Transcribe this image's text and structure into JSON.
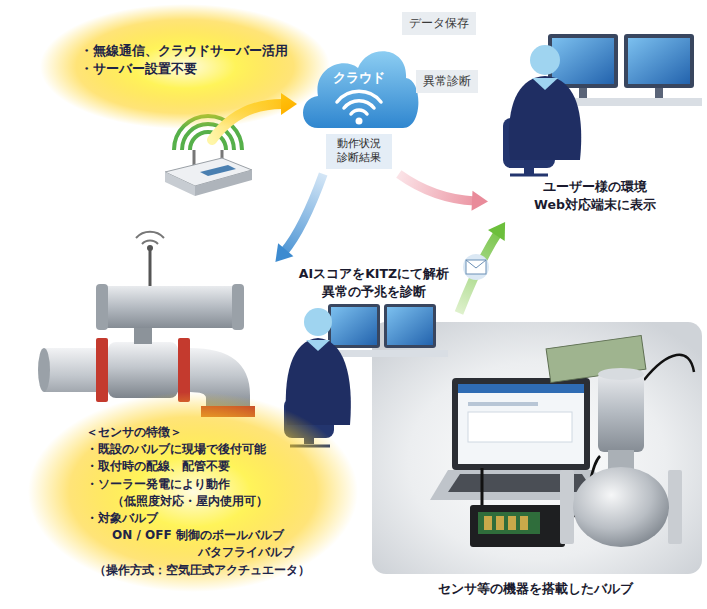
{
  "diagram": {
    "nodes": [
      {
        "text": [
          "・無線通信、クラウドサーバー活用",
          "・サーバー設置不要"
        ]
      },
      {
        "text": [
          "クラウド"
        ]
      },
      {
        "text": [
          "データ保存"
        ]
      },
      {
        "text": [
          "異常診断"
        ]
      },
      {
        "text": [
          "動作状況 診断結果"
        ],
        "in": 1
      },
      {
        "text": [
          "ユーザー様の環境 Web対応端末に表示"
        ]
      },
      {
        "text": [
          "AIスコアをKITZにて解析 異常の予兆を診断"
        ]
      },
      {
        "text": [
          "＜センサの特徴＞",
          "・既設のバルブに現場で後付可能",
          "・取付時の配線、配管不要",
          "・ソーラー発電により動作",
          "（低照度対応・屋内使用可）",
          "・対象バルブ",
          "ON / OFF 制御のボールバルブ",
          "バタフライバルブ",
          "（操作方式：空気圧式アクチュエータ）"
        ]
      }
    ],
    "edges": [
      {
        "from": 1,
        "to": 6,
        "arrow": "to"
      },
      {
        "from": 1,
        "to": 5,
        "arrow": "to"
      },
      {
        "from": 6,
        "to": 5,
        "arrow": "to"
      }
    ],
    "labels": [
      "センサ等の機器を搭載したバルブ"
    ]
  }
}
